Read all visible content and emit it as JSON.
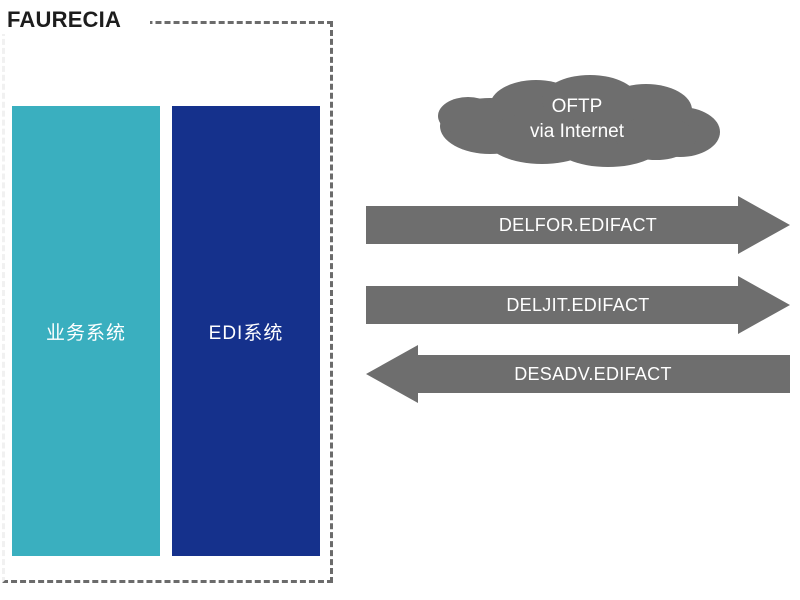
{
  "diagram": {
    "type": "edi-message-flow",
    "company": {
      "title": "FAURECIA",
      "boundary_style": "dashed",
      "boundary_color": "#6b6b6b",
      "systems": [
        {
          "id": "business-system",
          "label": "业务系统",
          "color": "#3aafbf"
        },
        {
          "id": "edi-system",
          "label": "EDI系统",
          "color": "#15318c"
        }
      ]
    },
    "network": {
      "id": "oftp-cloud",
      "shape": "cloud",
      "color": "#6e6e6e",
      "text_color": "#ffffff",
      "line1": "OFTP",
      "line2": "via Internet"
    },
    "flows": [
      {
        "id": "delfor",
        "label": "DELFOR.EDIFACT",
        "direction": "right",
        "color": "#6e6e6e"
      },
      {
        "id": "deljit",
        "label": "DELJIT.EDIFACT",
        "direction": "right",
        "color": "#6e6e6e"
      },
      {
        "id": "desadv",
        "label": "DESADV.EDIFACT",
        "direction": "left",
        "color": "#6e6e6e"
      }
    ]
  }
}
